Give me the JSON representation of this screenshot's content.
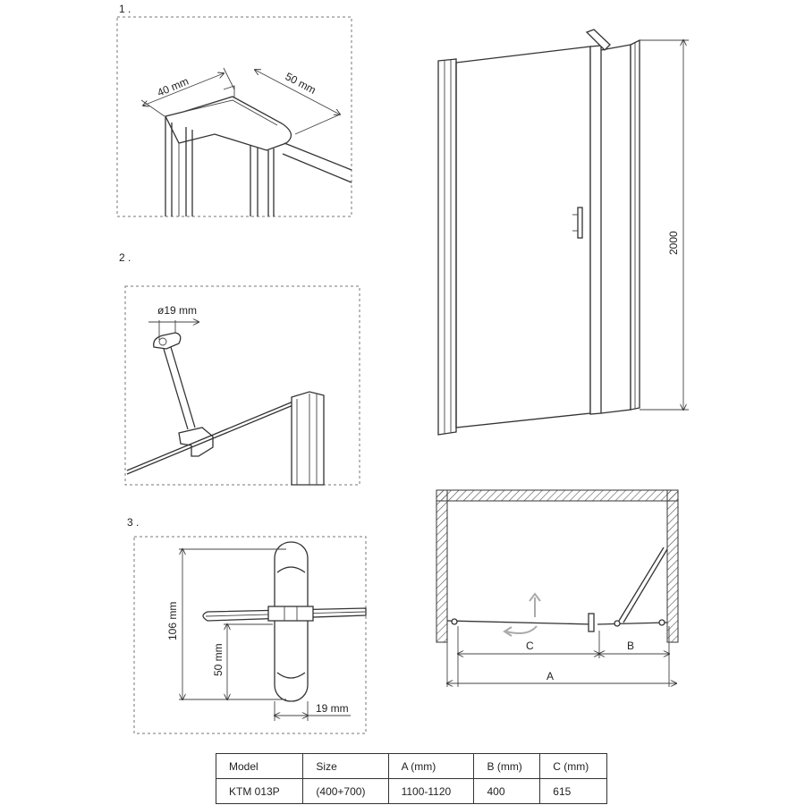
{
  "details": [
    {
      "number": "1 .",
      "dim_a": "40 mm",
      "dim_b": "50 mm"
    },
    {
      "number": "2 .",
      "diameter": "ø19 mm"
    },
    {
      "number": "3 .",
      "dim_height": "106 mm",
      "dim_half": "50 mm",
      "dim_width": "19 mm"
    }
  ],
  "elevation": {
    "height": "2000"
  },
  "plan": {
    "label_a": "A",
    "label_b": "B",
    "label_c": "C"
  },
  "table": {
    "headers": [
      "Model",
      "Size",
      "A (mm)",
      "B (mm)",
      "C (mm)"
    ],
    "rows": [
      [
        "KTM 013P",
        "(400+700)",
        "1100-1120",
        "400",
        "615"
      ]
    ]
  }
}
